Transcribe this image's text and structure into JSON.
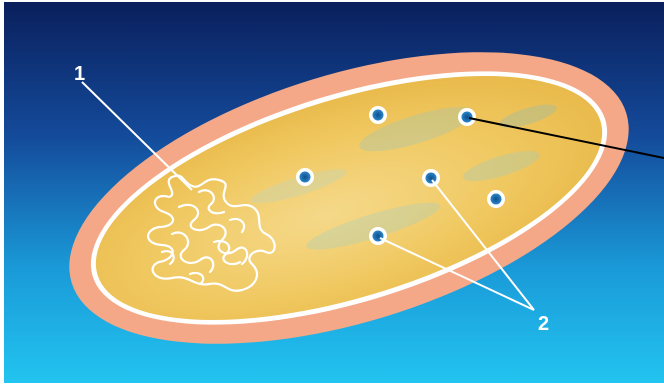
{
  "diagram": {
    "labels": [
      {
        "id": "1",
        "text": "1"
      },
      {
        "id": "2",
        "text": "2"
      }
    ],
    "colors": {
      "background_top": "#0b2a6e",
      "background_bottom": "#1fb8e8",
      "cell_wall": "#f3a98a",
      "cell_membrane": "#ffffff",
      "cytoplasm": "#f2cf6a",
      "ribosome": "#1f6fb0",
      "nucleoid": "#ffffff",
      "pointer_line": "#000000"
    }
  }
}
